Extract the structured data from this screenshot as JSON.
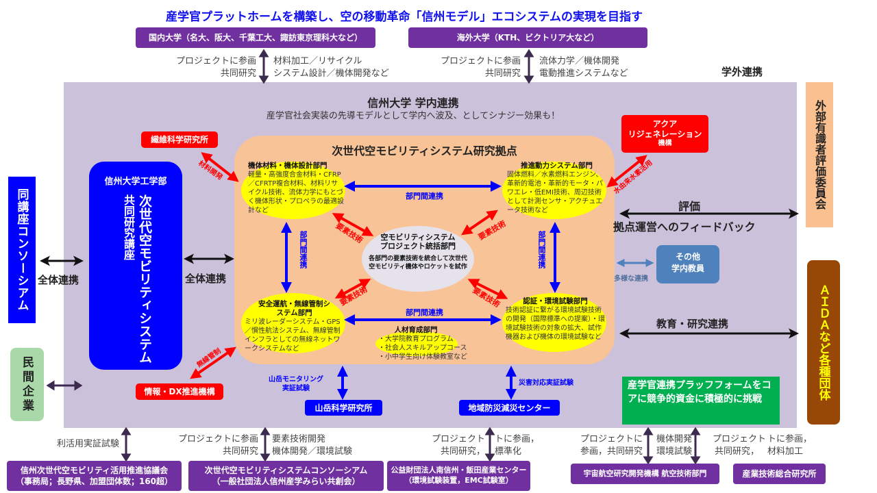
{
  "title": "産学官プラットホームを構築し、空の移動革命「信州モデル」エコシステムの実現を目指す",
  "external_label": "学外連携",
  "top_partners": [
    {
      "name": "国内大学（名大、阪大、千葉工大、諏訪東京理科大など）",
      "left_lines": [
        "プロジェクトに参画",
        "共同研究"
      ],
      "right_lines": [
        "材料加工／リサイクル",
        "システム設計／機体開発など"
      ]
    },
    {
      "name": "海外大学（KTH、ビクトリア大など）",
      "left_lines": [
        "プロジェクトに参画",
        "共同研究"
      ],
      "right_lines": [
        "流体力学／機体開発",
        "電動推進システムなど"
      ]
    }
  ],
  "internal": {
    "title": "信州大学 学内連携",
    "subtitle": "産学官社会実装の先導モデルとして学内へ波及、としてシナジー効果も！"
  },
  "left": {
    "consortium": "同講座コンソーシアム",
    "private": "民間企業",
    "link1": "全体連携",
    "link2": "全体連携",
    "faculty": "信州大学工学部",
    "course_line1": "次世代空モビリティシステム",
    "course_line2": "共同研究講座"
  },
  "hub": {
    "title": "次世代空モビリティシステム研究拠点",
    "inter_dept": "部門間連携",
    "element_tech": "要素技術",
    "center": {
      "title1": "空モビリティシステム",
      "title2": "プロジェクト統括部門",
      "desc1": "各部門の要素技術を統合して次世代",
      "desc2": "空モビリティ機体やロケットを試作"
    },
    "departments": [
      {
        "title": "機体材料・機体設計部門",
        "text": "軽量・高強度合金材料・CFRP／CFRTP複合材料、材料リサイクル技術、流体力学にもとづく機体形状・プロペラの最適設計など"
      },
      {
        "title": "推進動力システム部門",
        "text": "固体燃料／水素燃料エンジン、革新的電池・革新的モータ・パワエレ・低EMI技術、周辺技術として計測センサ・アクチュエータ技術など"
      },
      {
        "title": "安全運航・無線管制システム部門",
        "text": "ミリ波レーダーシステム・GPS／慣性航法システム、無線管制インフラとしての無線ネットワークシステムなど"
      },
      {
        "title": "認証・環境試験部門",
        "text": "技術認証に繋がる環境試験技術の開発（国際標準への提案）・環境試験技術の対象の拡大、試作機器および機体の環境試験など"
      }
    ],
    "hr": {
      "title": "人材育成部門",
      "items": [
        "・大学院教育プログラム",
        "・社会人スキルアップコース",
        "・小中学生向け体験教室など"
      ]
    }
  },
  "red_orgs": [
    {
      "name": "繊維科学研究所",
      "link": "材料開発"
    },
    {
      "name": "情報・DX推進機構",
      "link": "無線管制"
    },
    {
      "name_lines": [
        "アクア",
        "リジェネレーション",
        "機構"
      ],
      "link": "水由来水素活用"
    }
  ],
  "other_faculty": {
    "line1": "その他",
    "line2": "学内教員",
    "link": "多様な連携"
  },
  "right": {
    "eval": "評価",
    "feedback": "拠点運営へのフィードバック",
    "committee": "外部有識者評価委員会",
    "edu": "教育・研究連携",
    "aida": "ＡＩＤＡなど各種団体",
    "green_text": "産学官連携プラッフフォームをコアに競争的資金に積極的に挑戦"
  },
  "field_orgs": [
    {
      "name": "山岳科学研究所",
      "link_lines": [
        "山岳モニタリング",
        "実証試験"
      ]
    },
    {
      "name": "地域防災減災センター",
      "link_lines": [
        "災害対応実証試験"
      ]
    }
  ],
  "bottom_partners": [
    {
      "lines": [
        "信州次世代空モビリティ活用推進協議会",
        "（事務局；長野県、加盟団体数；160超）"
      ],
      "left_lines": [
        "利活用実証試験"
      ],
      "right_lines": []
    },
    {
      "lines": [
        "次世代空モビリティシステムコンソーシアム",
        "（一般社団法人信州産学みらい共創会）"
      ],
      "left_lines": [
        "プロジェクトに参画",
        "共同研究"
      ],
      "right_lines": [
        "要素技術開発",
        "機体開発／環境試験"
      ]
    },
    {
      "lines": [
        "公益財団法人南信州・飯田産業センター",
        "（環境試験装置，EMC試験室）"
      ],
      "left_lines": [
        "プロジェクト",
        "共同研究，"
      ],
      "right_lines": [
        "トに参画，",
        "標準化"
      ]
    },
    {
      "lines": [
        "宇宙航空研究開発機構 航空技術部門"
      ],
      "left_lines": [
        "プロジェクトに",
        "参画，共同研究"
      ],
      "right_lines": [
        "機体開発",
        "環境試験"
      ]
    },
    {
      "lines": [
        "産業技術総合研究所"
      ],
      "left_lines": [
        "プロジェクト",
        "共同研究，"
      ],
      "right_lines": [
        "トに参画，",
        "材料加工"
      ]
    }
  ],
  "colors": {
    "purple": "#7030a0",
    "lavender": "#ccc1da",
    "hub": "#f8c396",
    "blue": "#0000ff",
    "red": "#ff0000",
    "yellow": "#ffff00",
    "green": "#00b050",
    "brown": "#974806"
  }
}
